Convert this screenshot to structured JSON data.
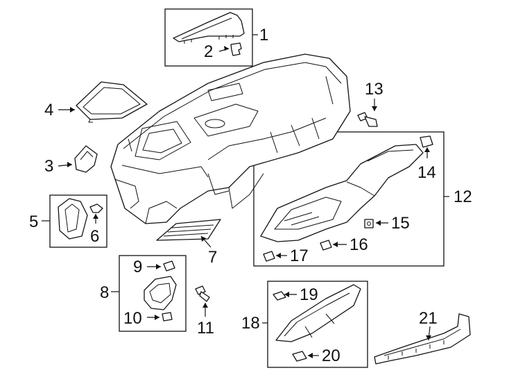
{
  "diagram": {
    "callouts": [
      {
        "id": "1",
        "text": "1"
      },
      {
        "id": "2",
        "text": "2"
      },
      {
        "id": "3",
        "text": "3"
      },
      {
        "id": "4",
        "text": "4"
      },
      {
        "id": "5",
        "text": "5"
      },
      {
        "id": "6",
        "text": "6"
      },
      {
        "id": "7",
        "text": "7"
      },
      {
        "id": "8",
        "text": "8"
      },
      {
        "id": "9",
        "text": "9"
      },
      {
        "id": "10",
        "text": "10"
      },
      {
        "id": "11",
        "text": "11"
      },
      {
        "id": "12",
        "text": "12"
      },
      {
        "id": "13",
        "text": "13"
      },
      {
        "id": "14",
        "text": "14"
      },
      {
        "id": "15",
        "text": "15"
      },
      {
        "id": "16",
        "text": "16"
      },
      {
        "id": "17",
        "text": "17"
      },
      {
        "id": "18",
        "text": "18"
      },
      {
        "id": "19",
        "text": "19"
      },
      {
        "id": "20",
        "text": "20"
      },
      {
        "id": "21",
        "text": "21"
      }
    ]
  }
}
